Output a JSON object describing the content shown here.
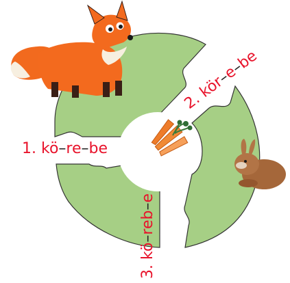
{
  "labels": {
    "first": {
      "pre": "1. kö",
      "mid": "re",
      "post": "be",
      "dash": "–"
    },
    "second": {
      "pre": "2. kör",
      "mid": "e",
      "post": "be",
      "dash": "–"
    },
    "third": {
      "pre": "3. kö",
      "mid": "reb",
      "post": "e",
      "dash": "–"
    }
  },
  "colors": {
    "segment_fill": "#a6cf85",
    "segment_stroke": "#333333",
    "label_text": "#e8132b",
    "dash": "#222222"
  },
  "icons": {
    "fox": "fox-icon",
    "rabbit": "rabbit-icon",
    "carrot": "carrot-icon"
  }
}
